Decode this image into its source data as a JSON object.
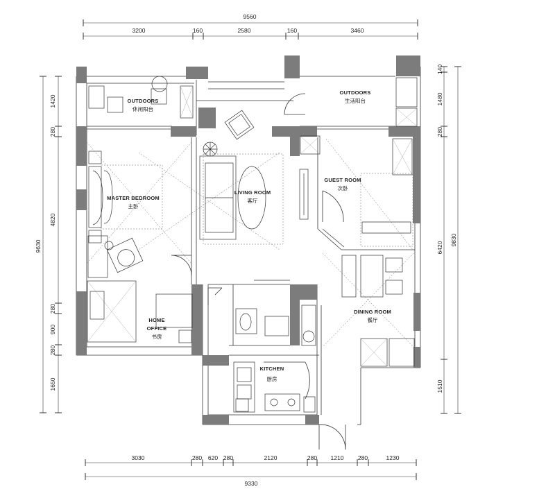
{
  "dimensions": {
    "top_total": "9560",
    "top_segments": [
      "3200",
      "160",
      "2580",
      "160",
      "3460"
    ],
    "bottom_total": "9330",
    "bottom_segments": [
      "3030",
      "280",
      "620",
      "280",
      "2120",
      "280",
      "1210",
      "280",
      "1230"
    ],
    "left_total": "9630",
    "left_segments": [
      "1420",
      "280",
      "4820",
      "280",
      "900",
      "280",
      "1650"
    ],
    "right_total": "9830",
    "right_segments": [
      "140",
      "1480",
      "280",
      "6420",
      "1510"
    ]
  },
  "rooms": {
    "outdoors_left": {
      "en": "OUTDOORS",
      "zh": "休闲阳台"
    },
    "outdoors_right": {
      "en": "OUTDOORS",
      "zh": "生活阳台"
    },
    "master_bedroom": {
      "en": "MASTER BEDROOM",
      "zh": "主卧"
    },
    "living_room": {
      "en": "LIVING ROOM",
      "zh": "客厅"
    },
    "guest_room": {
      "en": "GUEST ROOM",
      "zh": "次卧"
    },
    "dining_room": {
      "en": "DINING ROOM",
      "zh": "餐厅"
    },
    "home_office": {
      "en": "HOME",
      "en2": "OFFICE",
      "zh": "书房"
    },
    "kitchen": {
      "en": "KITCHEN",
      "zh": "厨房"
    }
  },
  "colors": {
    "wall": "#7c7c7c",
    "line": "#333333"
  }
}
